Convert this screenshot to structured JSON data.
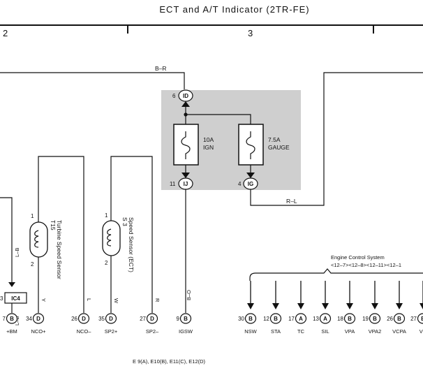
{
  "title": "ECT and A/T Indicator (2TR-FE)",
  "sections": [
    "2",
    "3"
  ],
  "relay_block": {
    "top_connector": "ID",
    "top_pin": "6",
    "fuses": [
      {
        "rating": "10A",
        "name": "IGN",
        "out_connector": "IJ",
        "out_pin": "11"
      },
      {
        "rating": "7.5A",
        "name": "GAUGE",
        "out_connector": "IG",
        "out_pin": "4"
      }
    ]
  },
  "wire_colors": {
    "top": "B–R",
    "rl": "R–L",
    "igsw": "B–O",
    "bm_upper": "L–B",
    "bm_lower": "L–B",
    "nco_plus": "Y",
    "nco_minus": "L",
    "sp2_plus": "W",
    "sp2_minus": "R"
  },
  "ic4": {
    "label": "IC4",
    "pin": "3"
  },
  "sensors": [
    {
      "id": "T15",
      "name": "Turbine Speed Sensor",
      "pins": [
        "1",
        "2"
      ]
    },
    {
      "id": "S 3",
      "name": "Speed Sensor (ECT)",
      "pins": [
        "1",
        "2"
      ]
    }
  ],
  "ecu": {
    "name": "Engine Control System",
    "refs": "<12–7><12–8><12–11><12–1",
    "connector_caption": "E 9(A), E10(B), E11(C), E12(D)"
  },
  "terminals": [
    {
      "pin": "7",
      "conn": "B",
      "name": "+BM"
    },
    {
      "pin": "34",
      "conn": "D",
      "name": "NCO+"
    },
    {
      "pin": "26",
      "conn": "D",
      "name": "NCO–"
    },
    {
      "pin": "35",
      "conn": "D",
      "name": "SP2+"
    },
    {
      "pin": "27",
      "conn": "D",
      "name": "SP2–"
    },
    {
      "pin": "9",
      "conn": "B",
      "name": "IGSW"
    },
    {
      "pin": "30",
      "conn": "B",
      "name": "NSW"
    },
    {
      "pin": "12",
      "conn": "B",
      "name": "STA"
    },
    {
      "pin": "17",
      "conn": "A",
      "name": "TC"
    },
    {
      "pin": "13",
      "conn": "A",
      "name": "SIL"
    },
    {
      "pin": "18",
      "conn": "B",
      "name": "VPA"
    },
    {
      "pin": "19",
      "conn": "B",
      "name": "VPA2"
    },
    {
      "pin": "26",
      "conn": "B",
      "name": "VCPA"
    },
    {
      "pin": "27",
      "conn": "B",
      "name": "VC"
    }
  ]
}
